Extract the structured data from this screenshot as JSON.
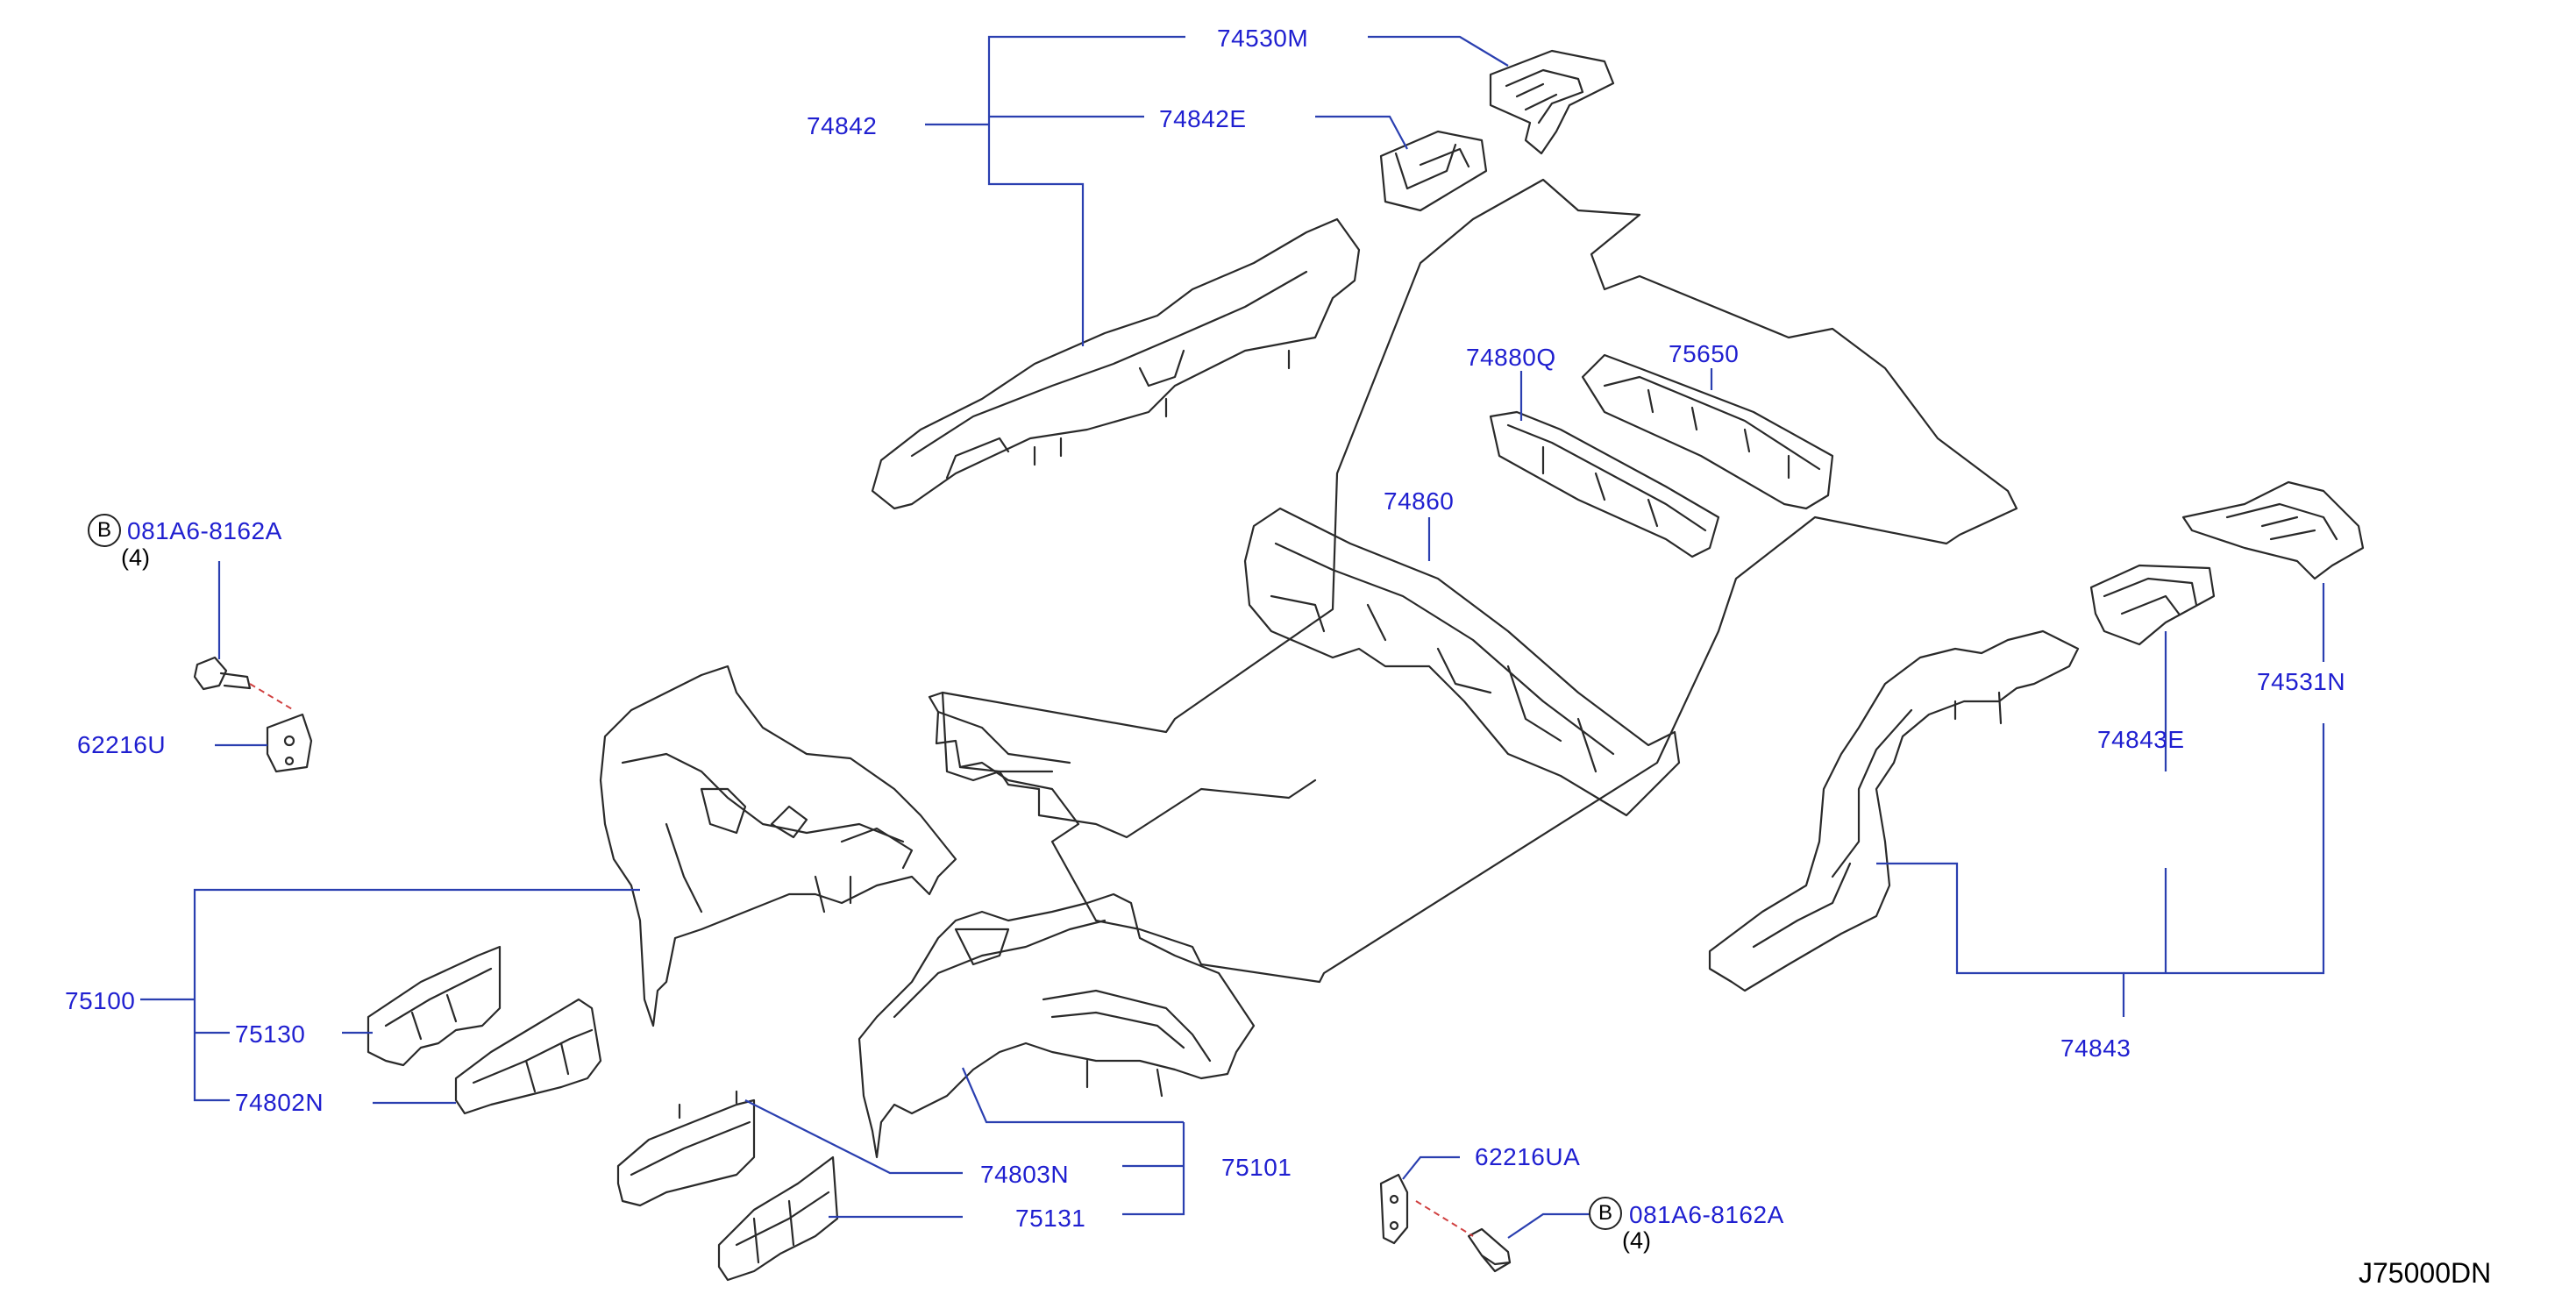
{
  "diagram": {
    "labels": {
      "p74530M": "74530M",
      "p74842": "74842",
      "p74842E": "74842E",
      "p74880Q": "74880Q",
      "p75650": "75650",
      "p74860": "74860",
      "p081A6_top": "081A6-8162A",
      "p62216U": "62216U",
      "p75100": "75100",
      "p75130": "75130",
      "p74802N": "74802N",
      "p74803N": "74803N",
      "p75101": "75101",
      "p75131": "75131",
      "p62216UA": "62216UA",
      "p081A6_bottom": "081A6-8162A",
      "p74531N": "74531N",
      "p74843E": "74843E",
      "p74843": "74843"
    },
    "bolt_marker": "B",
    "qty_top": "(4)",
    "qty_bottom": "(4)",
    "drawing_code": "J75000DN",
    "colors": {
      "label": "#1f1fd0",
      "leader": "#2a3fb0",
      "outline": "#2a2a2a",
      "dashed": "#d04040"
    }
  }
}
